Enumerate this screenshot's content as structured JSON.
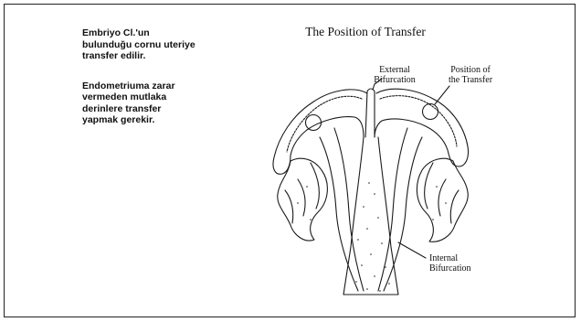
{
  "left_text": {
    "paragraph_1": "Embriyo Cl.'un\nbulunduğu cornu uteriye\ntransfer edilir.",
    "paragraph_2": "Endometriuma zarar\nvermeden mutlaka\nderinlere transfer\nyapmak gerekir."
  },
  "diagram": {
    "title": "The Position of Transfer",
    "label_external": "External\nBifurcation",
    "label_position": "Position of\nthe Transfer",
    "label_internal": "Internal\nBifurcation"
  }
}
